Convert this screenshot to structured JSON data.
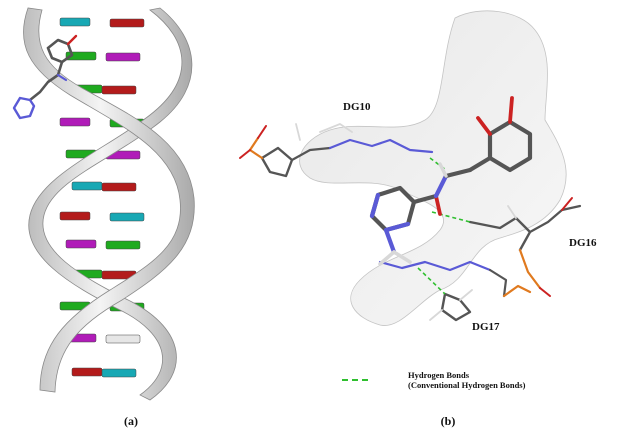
{
  "panel_a": {
    "caption": "(a)",
    "base_colors": [
      "#b31b1b",
      "#18a8b4",
      "#1faa1f",
      "#b01cb8",
      "#e6e6e6"
    ]
  },
  "panel_b": {
    "caption": "(b)",
    "labels": {
      "dg10": "DG10",
      "dg16": "DG16",
      "dg17": "DG17"
    },
    "legend": {
      "line1": "Hydrogen Bonds",
      "line2": "(Conventional Hydrogen Bonds)",
      "color": "#2fbf2f"
    },
    "atom_colors": {
      "carbon": "#555555",
      "nitrogen": "#5a5ad6",
      "oxygen": "#cc2222",
      "phosphorus": "#e07a1f",
      "hydrogen": "#d8d8d8"
    }
  }
}
